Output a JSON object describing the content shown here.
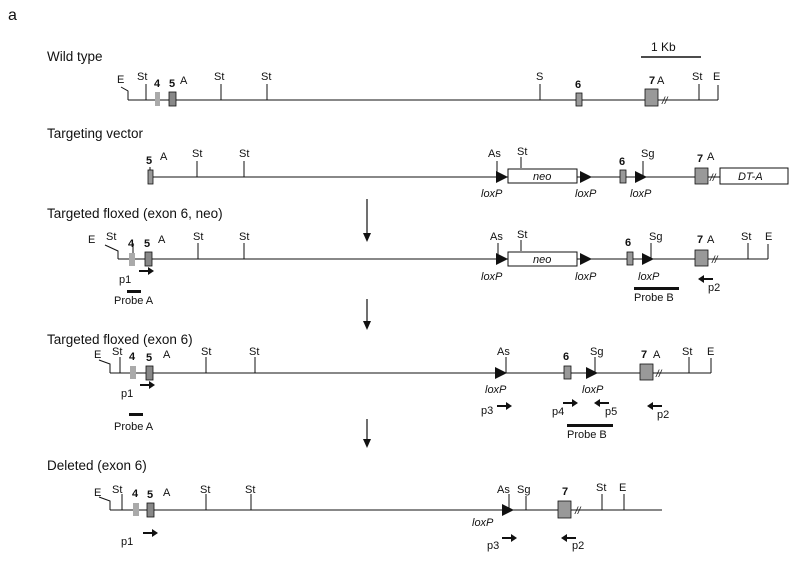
{
  "panel_letter": "a",
  "scale_bar_label": "1 Kb",
  "glyphs": {
    "break_mark": "//"
  },
  "rows": [
    {
      "title": "Wild type",
      "sites": [
        "E",
        "St",
        "A",
        "St",
        "St",
        "S",
        "A",
        "St",
        "E"
      ],
      "exons": [
        "4",
        "5",
        "6",
        "7"
      ]
    },
    {
      "title": "Targeting vector",
      "sites": [
        "A",
        "St",
        "St",
        "As",
        "St",
        "Sg",
        "A"
      ],
      "exons": [
        "5",
        "6",
        "7"
      ],
      "cassettes": [
        "neo",
        "DT-A"
      ],
      "loxp": [
        "loxP",
        "loxP",
        "loxP"
      ]
    },
    {
      "title": "Targeted floxed (exon 6, neo)",
      "sites": [
        "E",
        "St",
        "A",
        "St",
        "St",
        "As",
        "St",
        "Sg",
        "A",
        "St",
        "E"
      ],
      "exons": [
        "4",
        "5",
        "6",
        "7"
      ],
      "cassettes": [
        "neo"
      ],
      "loxp": [
        "loxP",
        "loxP",
        "loxP"
      ],
      "primers": [
        "p1",
        "p2"
      ],
      "probes": [
        "Probe A",
        "Probe B"
      ]
    },
    {
      "title": "Targeted floxed (exon 6)",
      "sites": [
        "E",
        "St",
        "A",
        "St",
        "St",
        "As",
        "Sg",
        "A",
        "St",
        "E"
      ],
      "exons": [
        "4",
        "5",
        "6",
        "7"
      ],
      "loxp": [
        "loxP",
        "loxP"
      ],
      "primers": [
        "p1",
        "p3",
        "p4",
        "p5",
        "p2"
      ],
      "probes": [
        "Probe A",
        "Probe B"
      ]
    },
    {
      "title": "Deleted (exon 6)",
      "sites": [
        "E",
        "St",
        "A",
        "St",
        "St",
        "As",
        "Sg",
        "St",
        "E"
      ],
      "exons": [
        "4",
        "5",
        "7"
      ],
      "loxp": [
        "loxP"
      ],
      "primers": [
        "p1",
        "p3",
        "p2"
      ]
    }
  ]
}
